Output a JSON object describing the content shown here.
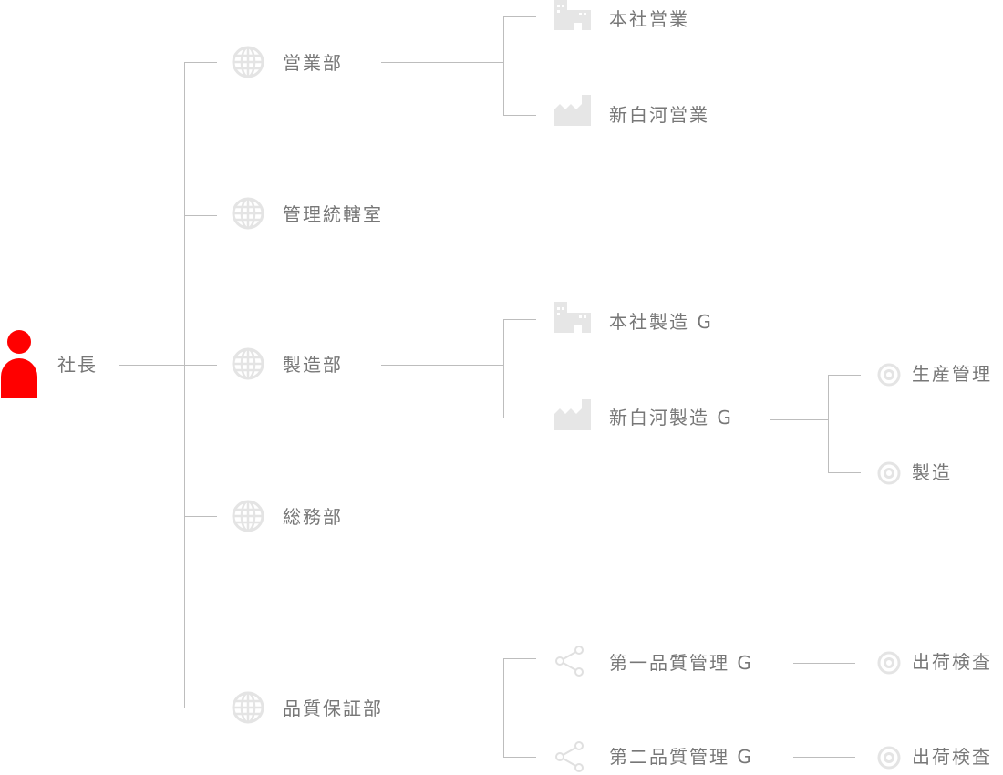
{
  "colors": {
    "accent": "#ff0000",
    "text": "#777777",
    "line": "#bdbdbd",
    "icon": "#e6e6e6"
  },
  "root": {
    "label": "社長",
    "icon": "person-icon"
  },
  "departments": [
    {
      "label": "営業部",
      "icon": "globe-icon"
    },
    {
      "label": "管理統轄室",
      "icon": "globe-icon"
    },
    {
      "label": "製造部",
      "icon": "globe-icon"
    },
    {
      "label": "総務部",
      "icon": "globe-icon"
    },
    {
      "label": "品質保証部",
      "icon": "globe-icon"
    }
  ],
  "groups": {
    "sales": [
      {
        "label": "本社営業",
        "icon": "office-building-icon"
      },
      {
        "label": "新白河営業",
        "icon": "factory-icon"
      }
    ],
    "manufacturing": [
      {
        "label": "本社製造 G",
        "icon": "office-building-icon"
      },
      {
        "label": "新白河製造 G",
        "icon": "factory-icon"
      }
    ],
    "quality": [
      {
        "label": "第一品質管理 G",
        "icon": "share-icon"
      },
      {
        "label": "第二品質管理 G",
        "icon": "share-icon"
      }
    ]
  },
  "teams": {
    "shirakawa_manufacturing": [
      {
        "label": "生産管理",
        "icon": "target-icon"
      },
      {
        "label": "製造",
        "icon": "target-icon"
      }
    ],
    "quality1": [
      {
        "label": "出荷検査",
        "icon": "target-icon"
      }
    ],
    "quality2": [
      {
        "label": "出荷検査",
        "icon": "target-icon"
      }
    ]
  }
}
